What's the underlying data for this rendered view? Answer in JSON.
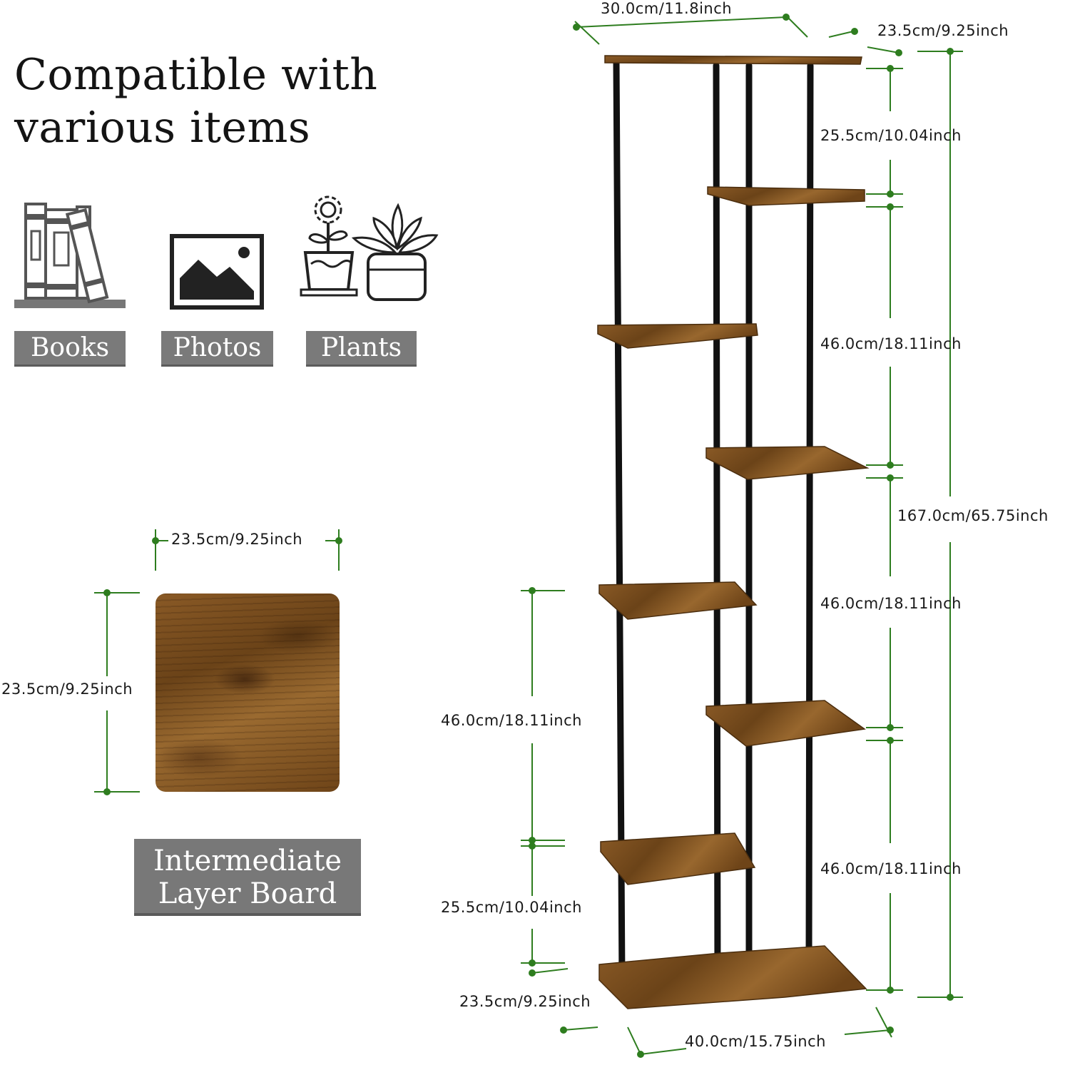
{
  "headline": "Compatible with various items",
  "categories": [
    {
      "label": "Books",
      "icon": "books-icon"
    },
    {
      "label": "Photos",
      "icon": "photo-icon"
    },
    {
      "label": "Plants",
      "icon": "plants-icon"
    }
  ],
  "board": {
    "label": "Intermediate Layer Board",
    "width": "23.5cm/9.25inch",
    "height": "23.5cm/9.25inch"
  },
  "shelf_dims": {
    "top_width": "30.0cm/11.8inch",
    "top_depth": "23.5cm/9.25inch",
    "gap_top": "25.5cm/10.04inch",
    "gap_2": "46.0cm/18.11inch",
    "total_height": "167.0cm/65.75inch",
    "gap_3": "46.0cm/18.11inch",
    "gap_4": "46.0cm/18.11inch",
    "left_gap_upper": "46.0cm/18.11inch",
    "left_gap_lower": "25.5cm/10.04inch",
    "base_depth": "23.5cm/9.25inch",
    "base_width": "40.0cm/15.75inch"
  },
  "colors": {
    "dimension_line": "#2e7d1f",
    "wood": "#7a4e1e",
    "frame": "#111111",
    "label_bg": "#7a7a7a"
  }
}
